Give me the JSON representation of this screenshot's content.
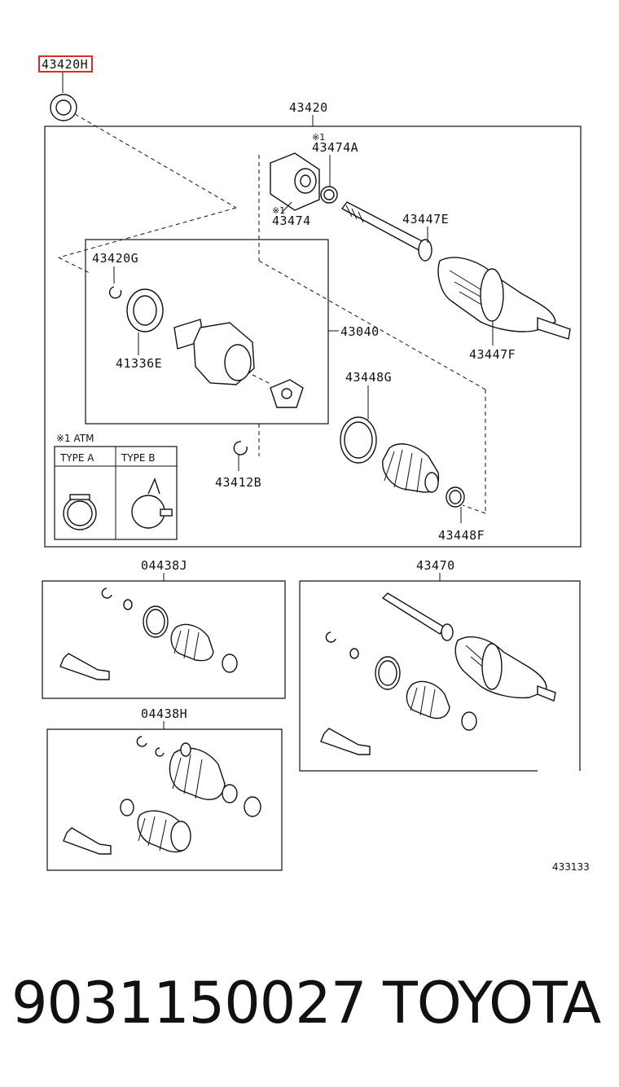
{
  "callouts": {
    "highlighted": "43420H",
    "main_assembly": "43420",
    "note_mark_a": "※1",
    "clip_a": "43474A",
    "note_mark_b": "※1",
    "spider": "43474",
    "shaft_clamp_e": "43447E",
    "snap_ring_g": "43420G",
    "inboard_joint": "43040",
    "boot_clamp": "41336E",
    "outer_boot_clamp_f": "43447F",
    "inner_clamp_g": "43448G",
    "snap_ring_b": "43412B",
    "inner_clamp_f": "43448F"
  },
  "atm_note": {
    "title": "※1 ATM",
    "type_a": "TYPE A",
    "type_b": "TYPE B"
  },
  "kits": {
    "boot_kit_j": "04438J",
    "shaft_assy": "43470",
    "boot_kit_h": "04438H"
  },
  "illustration_id": "433133",
  "footer": {
    "part_number": "9031150027",
    "brand": "TOYOTA"
  },
  "colors": {
    "highlight": "#e0282a",
    "line": "#111111"
  }
}
